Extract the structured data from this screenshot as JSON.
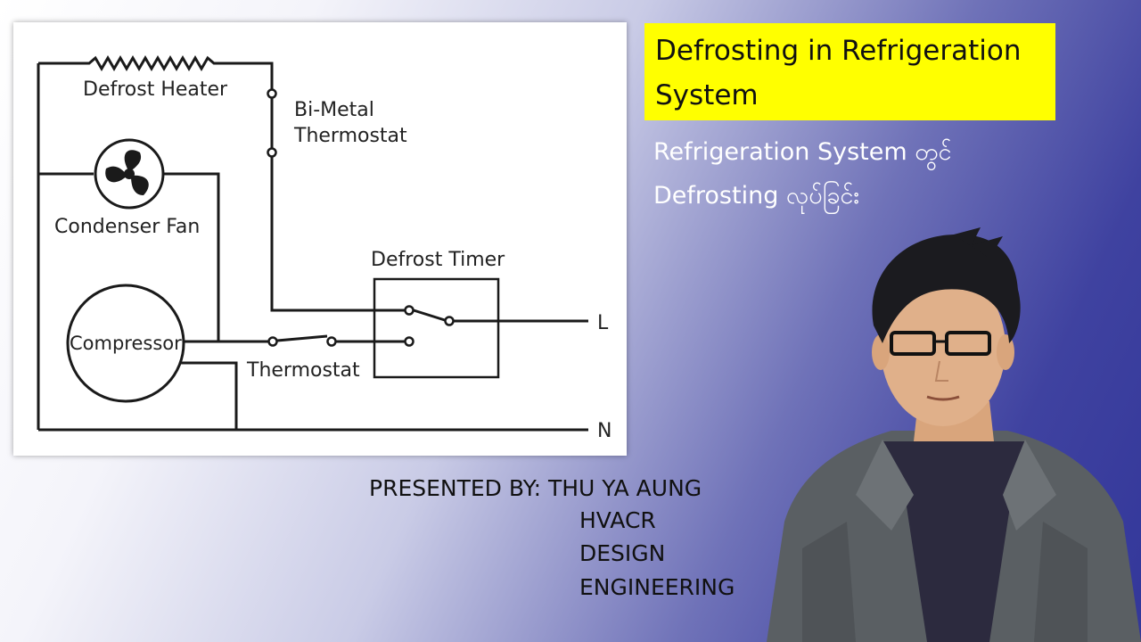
{
  "diagram": {
    "labels": {
      "defrost_heater": "Defrost Heater",
      "bimetal_line1": "Bi-Metal",
      "bimetal_line2": "Thermostat",
      "condenser_fan": "Condenser Fan",
      "defrost_timer": "Defrost Timer",
      "compressor": "Compressor",
      "thermostat": "Thermostat",
      "line_l": "L",
      "line_n": "N"
    }
  },
  "title": {
    "line1": "Defrosting in Refrigeration",
    "line2": "System"
  },
  "subtitle": {
    "line1": "Refrigeration System တွင်",
    "line2": "Defrosting လုပ်ခြင်း"
  },
  "presenter": {
    "line1": "PRESENTED BY: THU YA AUNG",
    "line2": "HVACR",
    "line3": "DESIGN",
    "line4": "ENGINEERING"
  },
  "colors": {
    "title_bg": "#ffff00",
    "subtitle_text": "#ffffff",
    "gradient_dark": "#33379a"
  }
}
